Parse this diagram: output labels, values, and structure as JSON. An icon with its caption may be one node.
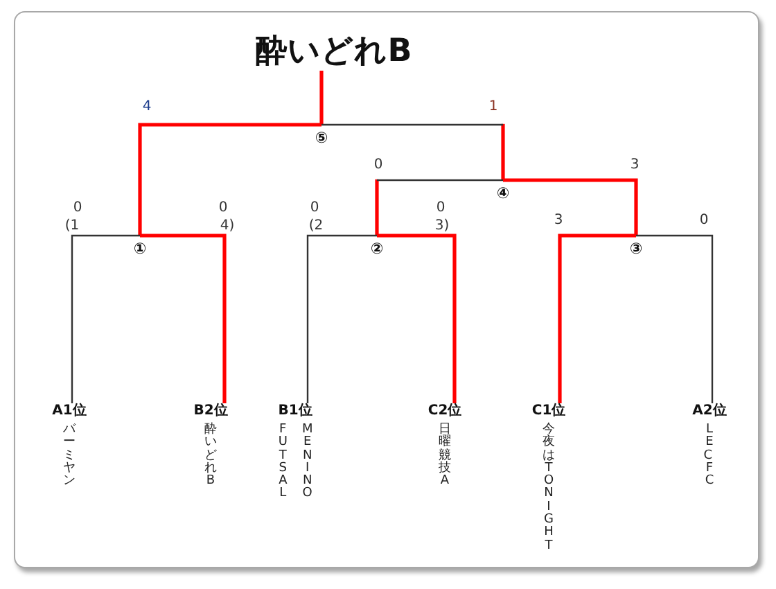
{
  "diagram": {
    "nodes": [
      {
        "text": [
          "酔いどれB"
        ]
      },
      {
        "text": [
          "⑤"
        ]
      },
      {
        "text": [
          "④"
        ]
      },
      {
        "text": [
          "①"
        ]
      },
      {
        "text": [
          "②"
        ]
      },
      {
        "text": [
          "③"
        ]
      },
      {
        "text": [
          "A1位",
          "バーミヤン"
        ]
      },
      {
        "text": [
          "B2位",
          "酔いどれB"
        ]
      },
      {
        "text": [
          "B1位",
          "MENINO FUTSAL"
        ]
      },
      {
        "text": [
          "C2位",
          "日曜競技A"
        ]
      },
      {
        "text": [
          "C1位",
          "今夜はTONIGHT"
        ]
      },
      {
        "text": [
          "A2位",
          "LEC　FC"
        ]
      }
    ],
    "edges": [
      {
        "from": 1,
        "to": 0,
        "arrow": "none"
      },
      {
        "from": 3,
        "to": 1,
        "arrow": "none",
        "label": "4"
      },
      {
        "from": 2,
        "to": 1,
        "arrow": "none",
        "label": "1",
        "color": "#333333"
      },
      {
        "from": 4,
        "to": 2,
        "arrow": "none",
        "label": "0",
        "color": "#333333"
      },
      {
        "from": 5,
        "to": 2,
        "arrow": "none",
        "label": "3"
      },
      {
        "from": 6,
        "to": 3,
        "arrow": "none",
        "label": "0",
        "color": "#333333"
      },
      {
        "from": 7,
        "to": 3,
        "arrow": "none",
        "label": "0"
      },
      {
        "from": 8,
        "to": 4,
        "arrow": "none",
        "label": "0",
        "color": "#333333"
      },
      {
        "from": 9,
        "to": 4,
        "arrow": "none",
        "label": "0"
      },
      {
        "from": 10,
        "to": 5,
        "arrow": "none",
        "label": "3"
      },
      {
        "from": 11,
        "to": 5,
        "arrow": "none",
        "label": "0",
        "color": "#333333"
      }
    ],
    "labels": [
      "(1",
      "4)",
      "(2",
      "3)"
    ]
  }
}
